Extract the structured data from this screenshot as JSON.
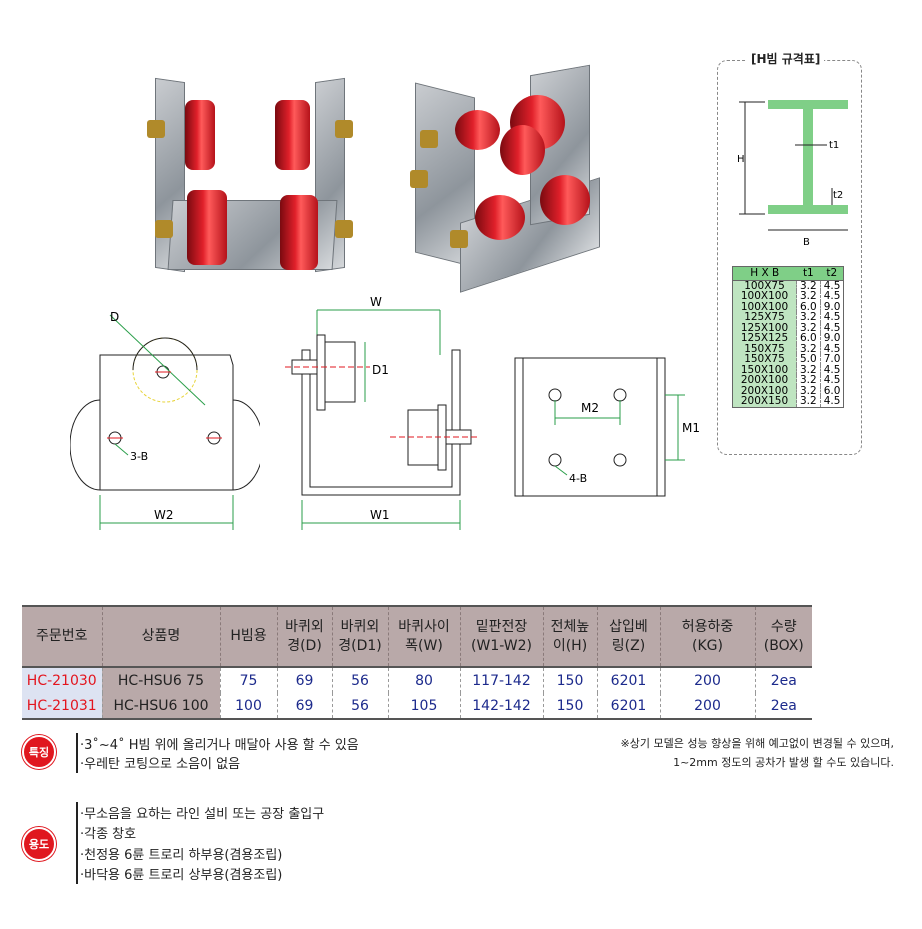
{
  "hbeam_box": {
    "title": "[H빔 규격표]",
    "diagram_labels": {
      "h": "H",
      "b": "B",
      "t1": "t1",
      "t2": "t2"
    },
    "headers": [
      "H X B",
      "t1",
      "t2"
    ],
    "rows": [
      [
        "100X75",
        "3.2",
        "4.5"
      ],
      [
        "100X100",
        "3.2",
        "4.5"
      ],
      [
        "100X100",
        "6.0",
        "9.0"
      ],
      [
        "125X75",
        "3.2",
        "4.5"
      ],
      [
        "125X100",
        "3.2",
        "4.5"
      ],
      [
        "125X125",
        "6.0",
        "9.0"
      ],
      [
        "150X75",
        "3.2",
        "4.5"
      ],
      [
        "150X75",
        "5.0",
        "7.0"
      ],
      [
        "150X100",
        "3.2",
        "4.5"
      ],
      [
        "200X100",
        "3.2",
        "4.5"
      ],
      [
        "200X100",
        "3.2",
        "6.0"
      ],
      [
        "200X150",
        "3.2",
        "4.5"
      ]
    ]
  },
  "drawings": {
    "front": {
      "d": "D",
      "holes": "3-B",
      "w2": "W2"
    },
    "side": {
      "w": "W",
      "d1": "D1",
      "w1": "W1"
    },
    "bottom": {
      "m2": "M2",
      "m1": "M1",
      "holes": "4-B"
    }
  },
  "spec_table": {
    "headers": [
      [
        "주문번호"
      ],
      [
        "상품명"
      ],
      [
        "H빔용"
      ],
      [
        "바퀴외",
        "경(D)"
      ],
      [
        "바퀴외",
        "경(D1)"
      ],
      [
        "바퀴사이",
        "폭(W)"
      ],
      [
        "밑판전장",
        "(W1-W2)"
      ],
      [
        "전체높",
        "이(H)"
      ],
      [
        "삽입베",
        "링(Z)"
      ],
      [
        "허용하중",
        "(KG)"
      ],
      [
        "수량",
        "(BOX)"
      ]
    ],
    "rows": [
      [
        "HC-21030",
        "HC-HSU6 75",
        "75",
        "69",
        "56",
        "80",
        "117-142",
        "150",
        "6201",
        "200",
        "2ea"
      ],
      [
        "HC-21031",
        "HC-HSU6 100",
        "100",
        "69",
        "56",
        "105",
        "142-142",
        "150",
        "6201",
        "200",
        "2ea"
      ]
    ]
  },
  "features": {
    "badge": "특징",
    "lines": [
      "·3˚~4˚ H빔 위에 올리거나 매달아 사용 할 수 있음",
      "·우레탄 코팅으로 소음이 없음"
    ]
  },
  "notice": [
    "※상기 모델은 성능 향상을 위해 예고없이 변경될 수 있으며,",
    "1~2mm 정도의  공차가 발생 할 수도 있습니다."
  ],
  "usage": {
    "badge": "용도",
    "lines": [
      "·무소음을 요하는 라인 설비 또는 공장 출입구",
      "·각종 창호",
      "·천정용 6륜 트로리 하부용(겸용조립)",
      "·바닥용 6륜 트로리 상부용(겸용조립)"
    ]
  },
  "colors": {
    "accent_red": "#e0171f",
    "header_bg": "#b9a9a9",
    "hbeam_green": "#7fcf87",
    "value_blue": "#1c2a8c"
  }
}
